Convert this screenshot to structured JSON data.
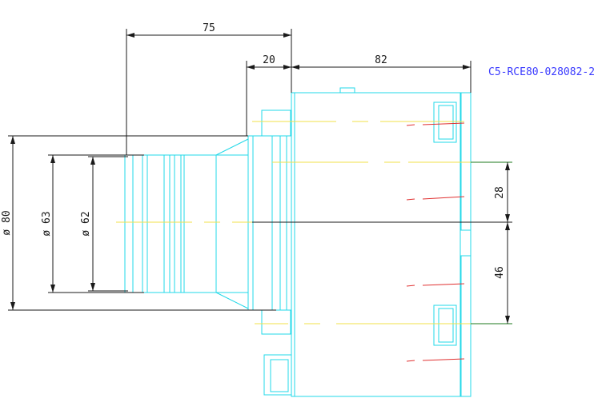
{
  "drawing": {
    "part_label": "C5-RCE80-028082-2",
    "dimensions": {
      "overall_length": "75",
      "flange_length": "20",
      "body_length": "82",
      "diameter_outer": "ø 80",
      "diameter_mid": "ø 63",
      "diameter_inner": "ø 62",
      "offset_upper": "28",
      "offset_lower": "46"
    },
    "colors": {
      "outline": "#22d8e8",
      "dimension": "#1a1a1a",
      "centerline": "#f2e24a",
      "hidden": "#e03030",
      "green_extension": "#1e7a1e",
      "label": "#3a3aff"
    }
  }
}
